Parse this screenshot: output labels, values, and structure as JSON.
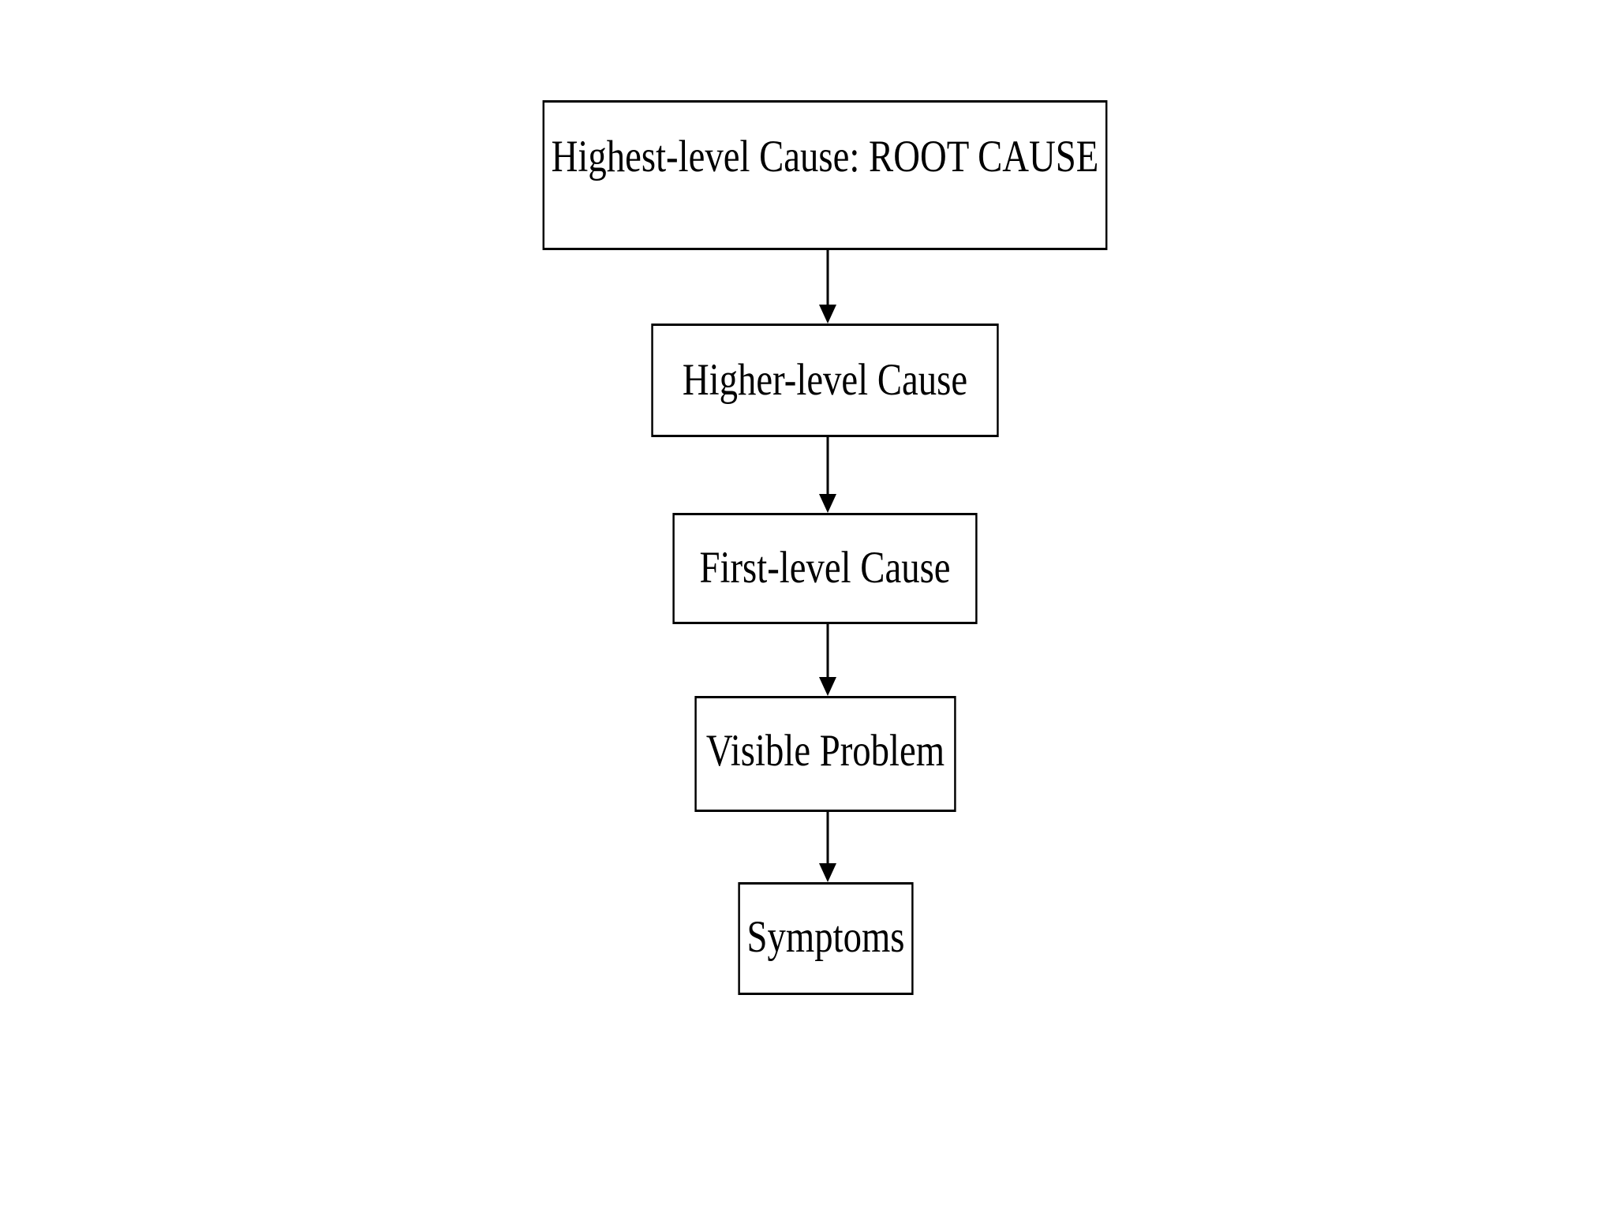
{
  "diagram": {
    "nodes": [
      {
        "id": "root",
        "label": "Highest-level Cause: ROOT CAUSE"
      },
      {
        "id": "higher",
        "label": "Higher-level Cause"
      },
      {
        "id": "first",
        "label": "First-level Cause"
      },
      {
        "id": "visible",
        "label": "Visible Problem"
      },
      {
        "id": "symptoms",
        "label": "Symptoms"
      }
    ],
    "edges": [
      {
        "from": "root",
        "to": "higher"
      },
      {
        "from": "higher",
        "to": "first"
      },
      {
        "from": "first",
        "to": "visible"
      },
      {
        "from": "visible",
        "to": "symptoms"
      }
    ],
    "line_color": "#000000",
    "box_fill": "#ffffff"
  }
}
